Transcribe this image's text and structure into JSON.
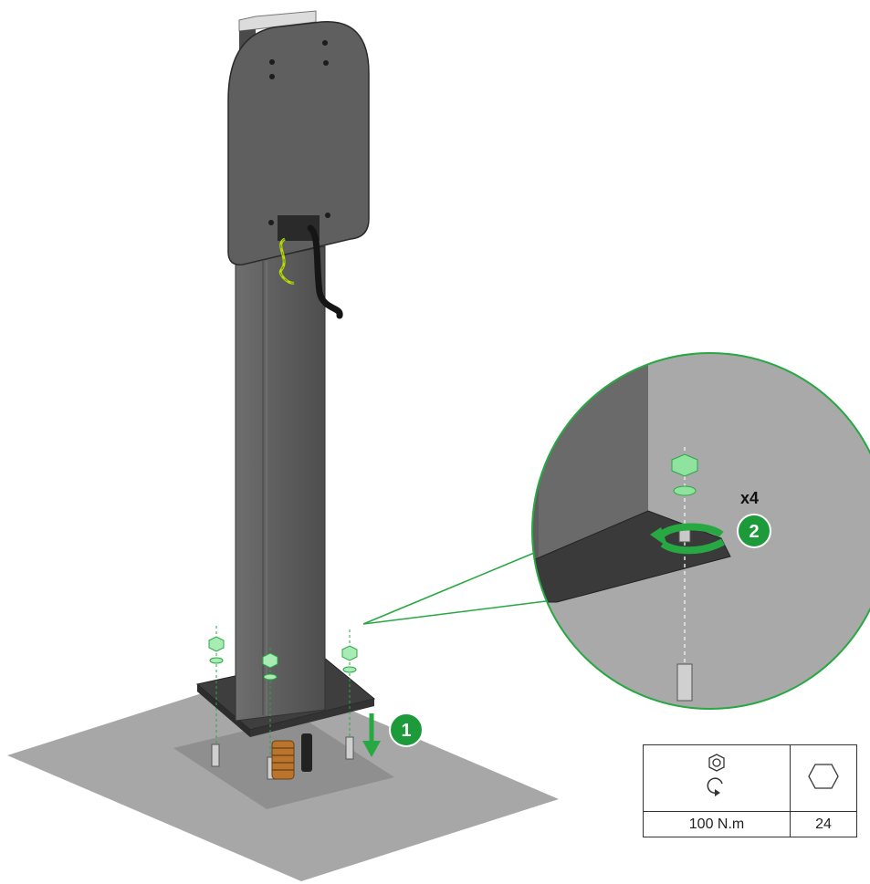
{
  "steps": {
    "step1": "1",
    "step2": "2"
  },
  "quantity_label": "x4",
  "spec_table": {
    "torque_value": "100 N.m",
    "wrench_size": "24",
    "torque_icon": "nut-torque-icon",
    "wrench_icon": "hexagon-wrench-icon"
  },
  "colors": {
    "accent_green": "#27a843",
    "step_badge_green": "#1d9a3a",
    "pole_dark": "#5a5a5a",
    "ground_gray": "#a7a7a7"
  }
}
